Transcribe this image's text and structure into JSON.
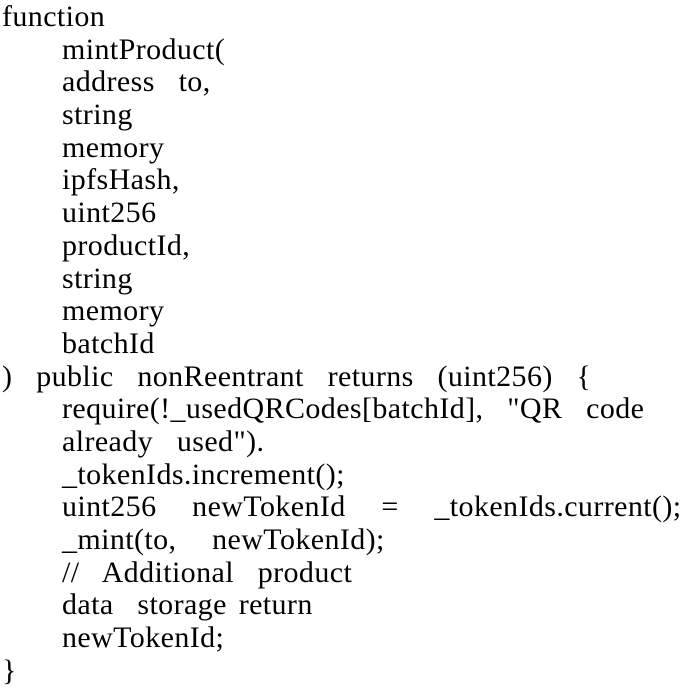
{
  "listing": {
    "description": "Solidity mintProduct function code listing",
    "language": "solidity",
    "lines": [
      {
        "indent": 0,
        "text": "function"
      },
      {
        "indent": 1,
        "text": "mintProduct("
      },
      {
        "indent": 1,
        "text": "address  to,"
      },
      {
        "indent": 1,
        "text": "string"
      },
      {
        "indent": 1,
        "text": "memory"
      },
      {
        "indent": 1,
        "text": "ipfsHash,"
      },
      {
        "indent": 1,
        "text": "uint256"
      },
      {
        "indent": 1,
        "text": "productId,"
      },
      {
        "indent": 1,
        "text": "string"
      },
      {
        "indent": 1,
        "text": "memory"
      },
      {
        "indent": 1,
        "text": "batchId"
      },
      {
        "indent": 0,
        "text": ")  public  nonReentrant  returns  (uint256)  {"
      },
      {
        "indent": 1,
        "text": "require(!_usedQRCodes[batchId],  \"QR  code"
      },
      {
        "indent": 1,
        "text": "already  used\")."
      },
      {
        "indent": 1,
        "text": "_tokenIds.increment();"
      },
      {
        "indent": 1,
        "text": "uint256   newTokenId   =   _tokenIds.current();"
      },
      {
        "indent": 1,
        "text": "_mint(to,   newTokenId);"
      },
      {
        "indent": 1,
        "text": "//  Additional  product"
      },
      {
        "indent": 1,
        "text": "data  storage return"
      },
      {
        "indent": 1,
        "text": "newTokenId;"
      },
      {
        "indent": 0,
        "text": "}"
      }
    ]
  },
  "colors": {
    "background": "#ffffff",
    "text": "#000000"
  }
}
